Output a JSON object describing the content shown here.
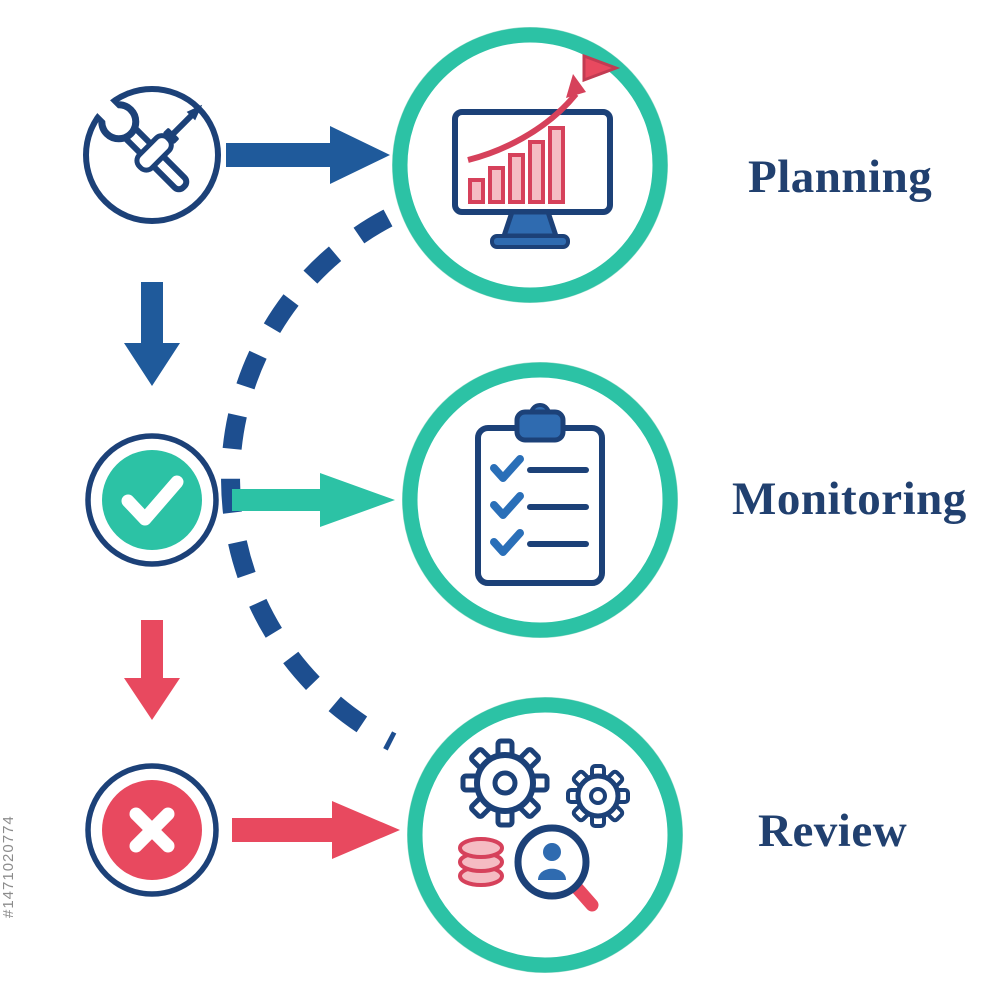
{
  "labels": {
    "planning": "Planning",
    "monitoring": "Monitoring",
    "review": "Review"
  },
  "watermark": "#1471020774",
  "colors": {
    "navy_outline": "#1c4178",
    "blue_arrow": "#1f5a9b",
    "blue_fill": "#2f6bb0",
    "teal_ring": "#2cc2a5",
    "red_accent": "#e8495f",
    "pink_fill": "#f5bcc3",
    "label_text": "#21406f",
    "watermark_gray": "#8c8c8c"
  },
  "icons": {
    "step1": "tools-icon",
    "step2": "check-icon",
    "step3": "cross-icon",
    "planning_node": "monitor-growth-chart-icon",
    "monitoring_node": "clipboard-checklist-icon",
    "review_node": "gears-coins-magnifier-icon"
  }
}
